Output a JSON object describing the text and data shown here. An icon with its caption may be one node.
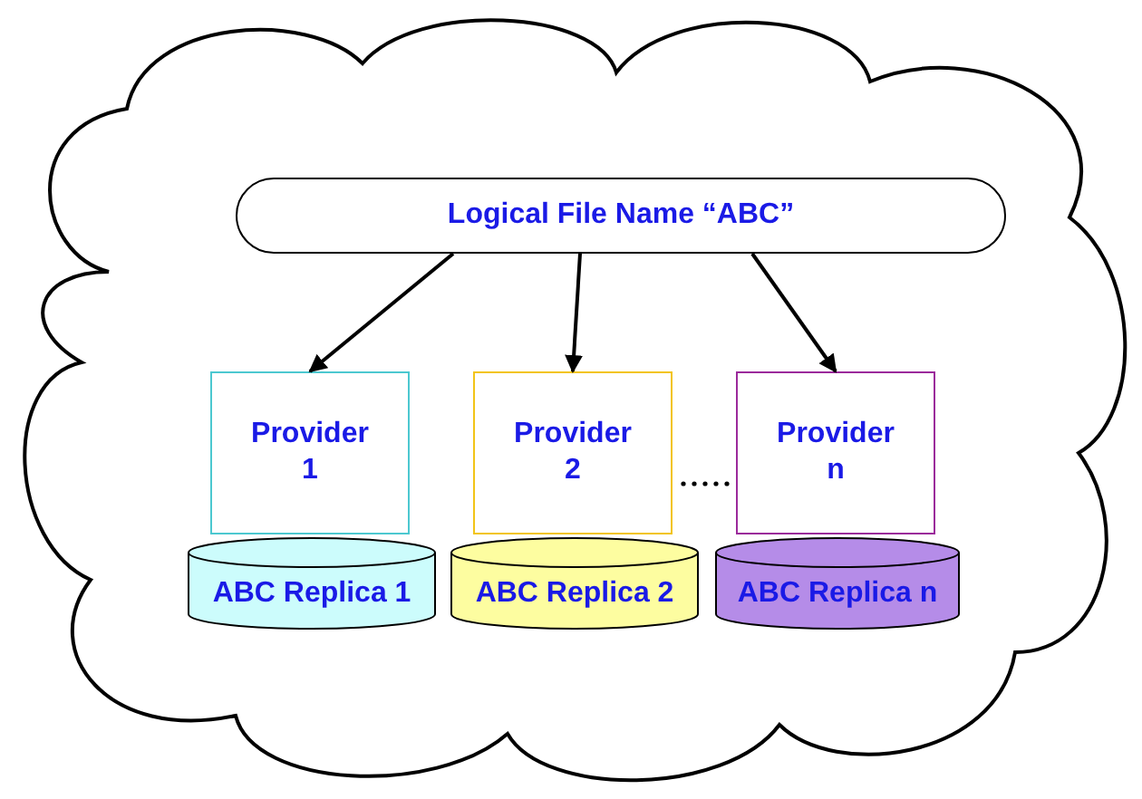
{
  "diagram": {
    "nodes": [
      {
        "text": [],
        "shape": "cloud"
      },
      {
        "text": [
          "Logical File Name “ABC”"
        ],
        "in": 0
      },
      {
        "text": [
          "Provider 1"
        ],
        "in": 0
      },
      {
        "text": [
          "Provider 2"
        ],
        "in": 0
      },
      {
        "text": [
          "Provider n"
        ],
        "in": 0
      },
      {
        "text": [
          "ABC Replica 1"
        ],
        "in": 0
      },
      {
        "text": [
          "ABC Replica 2"
        ],
        "in": 0
      },
      {
        "text": [
          "ABC Replica n"
        ],
        "in": 0
      }
    ],
    "edges": [
      {
        "from": 1,
        "to": 2,
        "arrow": "to"
      },
      {
        "from": 1,
        "to": 3,
        "arrow": "to"
      },
      {
        "from": 1,
        "to": 4,
        "arrow": "to"
      }
    ]
  }
}
